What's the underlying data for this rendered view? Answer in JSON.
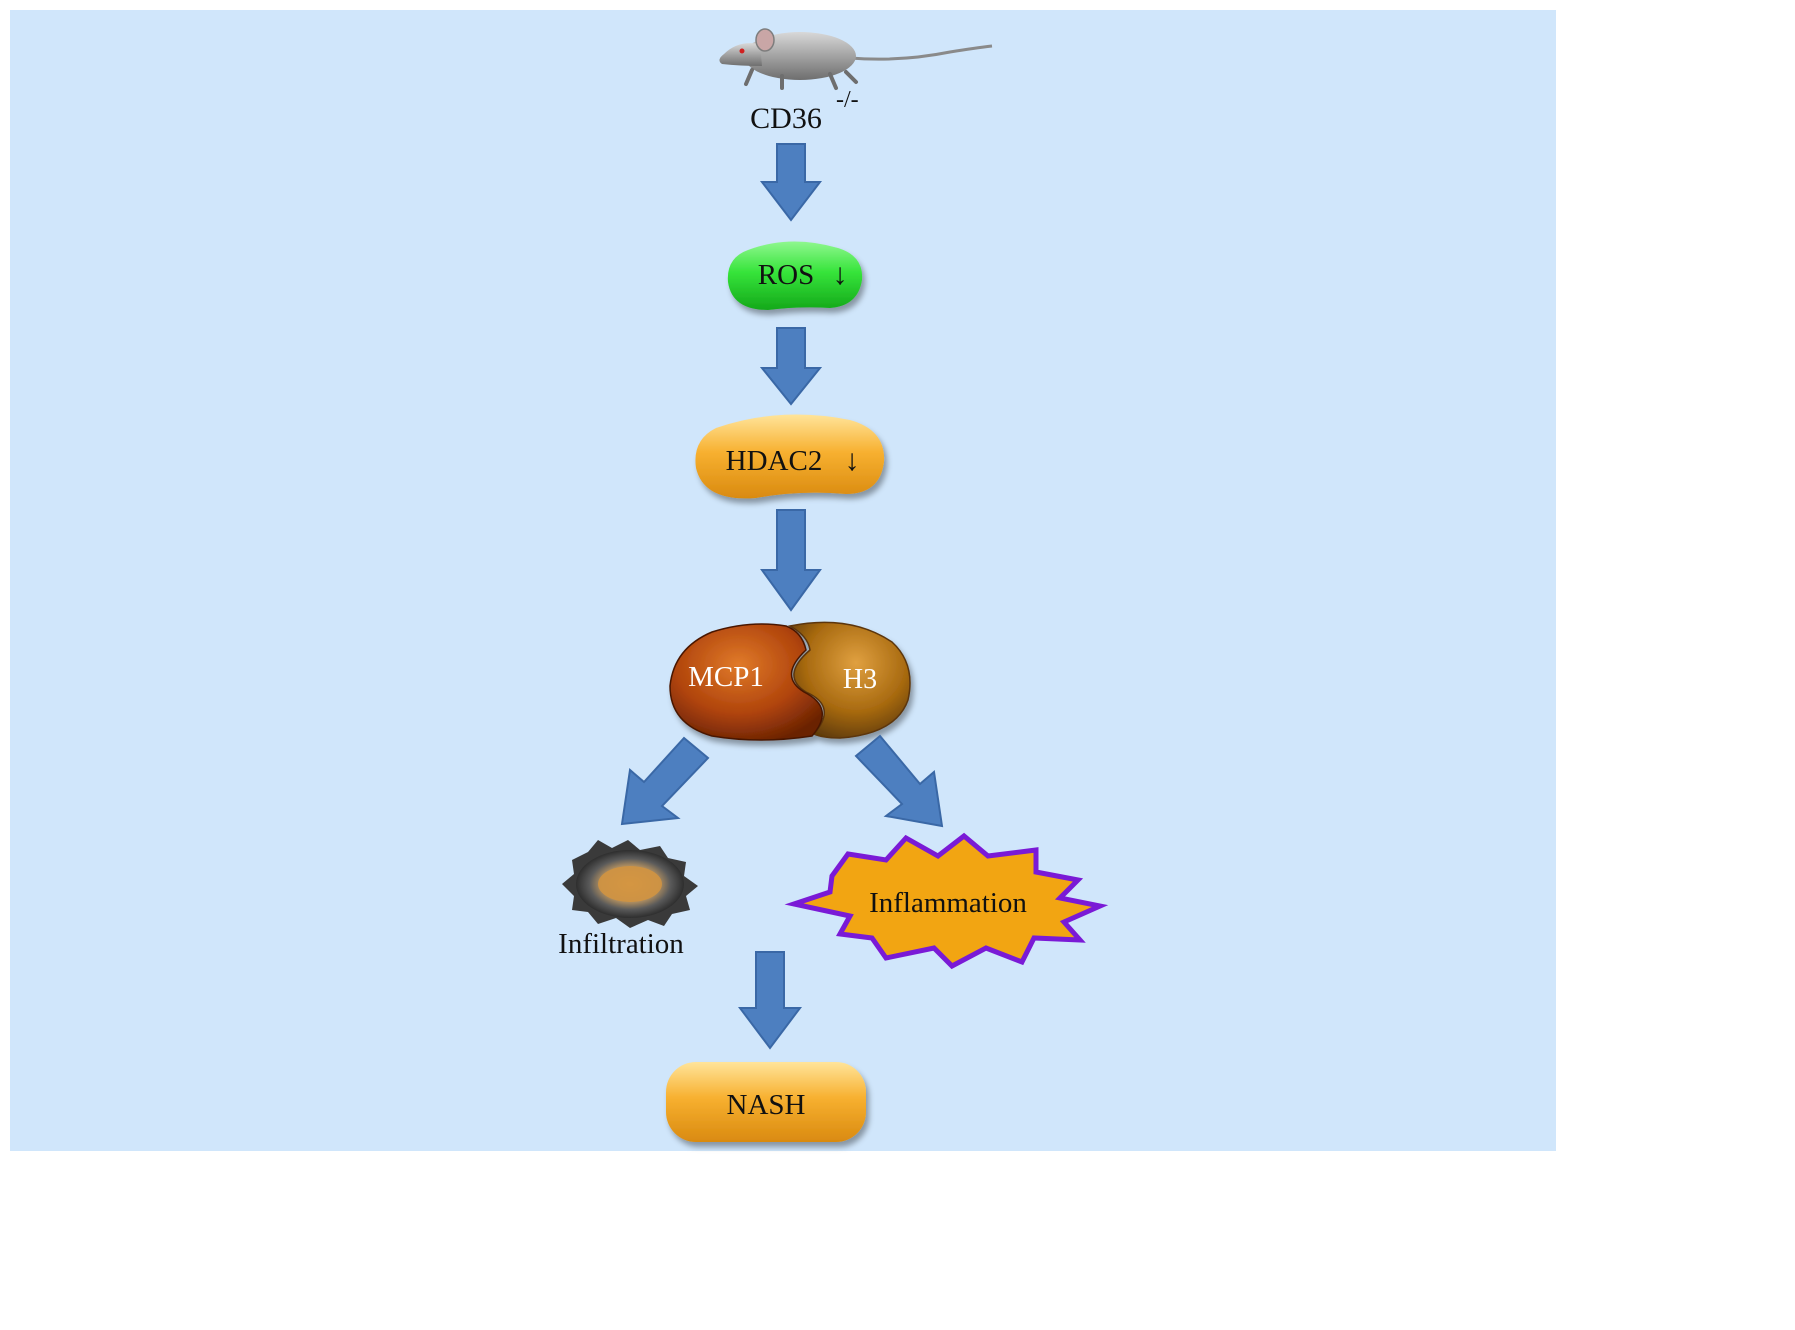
{
  "nodes": {
    "mouse": {
      "label": "CD36",
      "superscript": "-/-",
      "icon": "mouse-icon"
    },
    "ros": {
      "label": "ROS",
      "arrow": "↓",
      "color": "#36e43a"
    },
    "hdac2": {
      "label": "HDAC2",
      "arrow": "↓",
      "color": "#f7b030"
    },
    "mcp1": {
      "label": "MCP1",
      "color": "#b0440b"
    },
    "h3": {
      "label": "H3",
      "color": "#a86a10"
    },
    "infiltration": {
      "label": "Infiltration",
      "icon": "cell-icon"
    },
    "inflammation": {
      "label": "Inflammation",
      "fill": "#f2a512",
      "stroke": "#7a1ad6"
    },
    "nash": {
      "label": "NASH",
      "color": "#f7b030"
    }
  },
  "colors": {
    "background": "#d0e6fb",
    "arrow": "#4d7fc0"
  }
}
